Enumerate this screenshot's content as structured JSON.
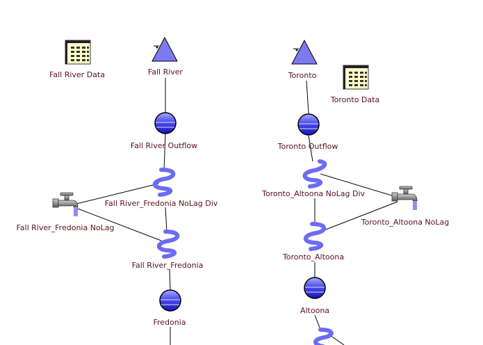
{
  "nodes": {
    "fall_river_data": "Fall River Data",
    "fall_river": "Fall River",
    "fall_river_outflow": "Fall River Outflow",
    "fall_river_fredonia_nolag_div": "Fall River_Fredonia NoLag Div",
    "fall_river_fredonia_nolag": "Fall River_Fredonia NoLag",
    "fall_river_fredonia": "Fall River_Fredonia",
    "fredonia": "Fredonia",
    "toronto": "Toronto",
    "toronto_data": "Toronto Data",
    "toronto_outflow": "Toronto Outflow",
    "toronto_altoona_nolag_div": "Toronto_Altoona NoLag Div",
    "toronto_altoona_nolag": "Toronto_Altoona NoLag",
    "toronto_altoona": "Toronto_Altoona",
    "altoona": "Altoona"
  },
  "icons": {
    "table": "table-icon",
    "reservoir": "reservoir-triangle-icon",
    "junction": "junction-circle-icon",
    "reach": "reach-river-icon",
    "diversion": "diversion-faucet-icon"
  },
  "colors": {
    "label": "#5a0f1e",
    "node_blue": "#7b7bef",
    "junction_blue": "#2727d9",
    "reach_blue": "#6c6cf2",
    "table_fill": "#ffffcc",
    "link": "#000000"
  }
}
